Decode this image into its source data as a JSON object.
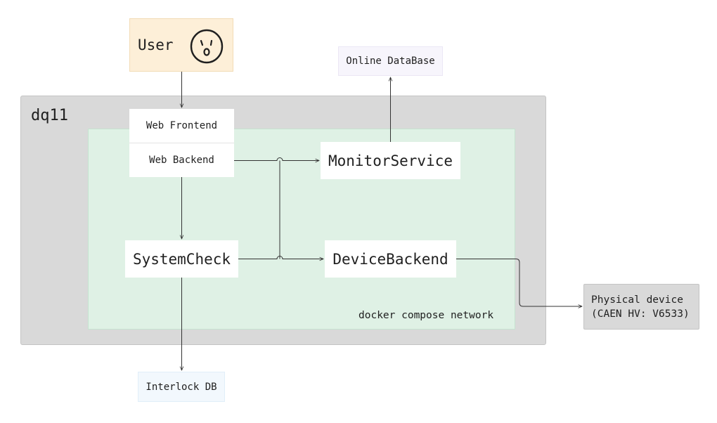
{
  "nodes": {
    "user": "User",
    "host": "dq11",
    "network": "docker compose network",
    "web_frontend": "Web Frontend",
    "web_backend": "Web Backend",
    "monitor_service": "MonitorService",
    "system_check": "SystemCheck",
    "device_backend": "DeviceBackend",
    "online_database": "Online DataBase",
    "interlock_db": "Interlock DB",
    "physical_device_line1": "Physical device",
    "physical_device_line2": "(CAEN HV: V6533)"
  },
  "icons": {
    "user": "surprised-face-icon"
  },
  "colors": {
    "host_bg": "#d9d9d9",
    "network_bg": "#dff1e5",
    "user_bg": "#fdefd8",
    "online_db_bg": "#f7f5fc",
    "interlock_db_bg": "#f2f8fd",
    "edge": "#333333"
  }
}
